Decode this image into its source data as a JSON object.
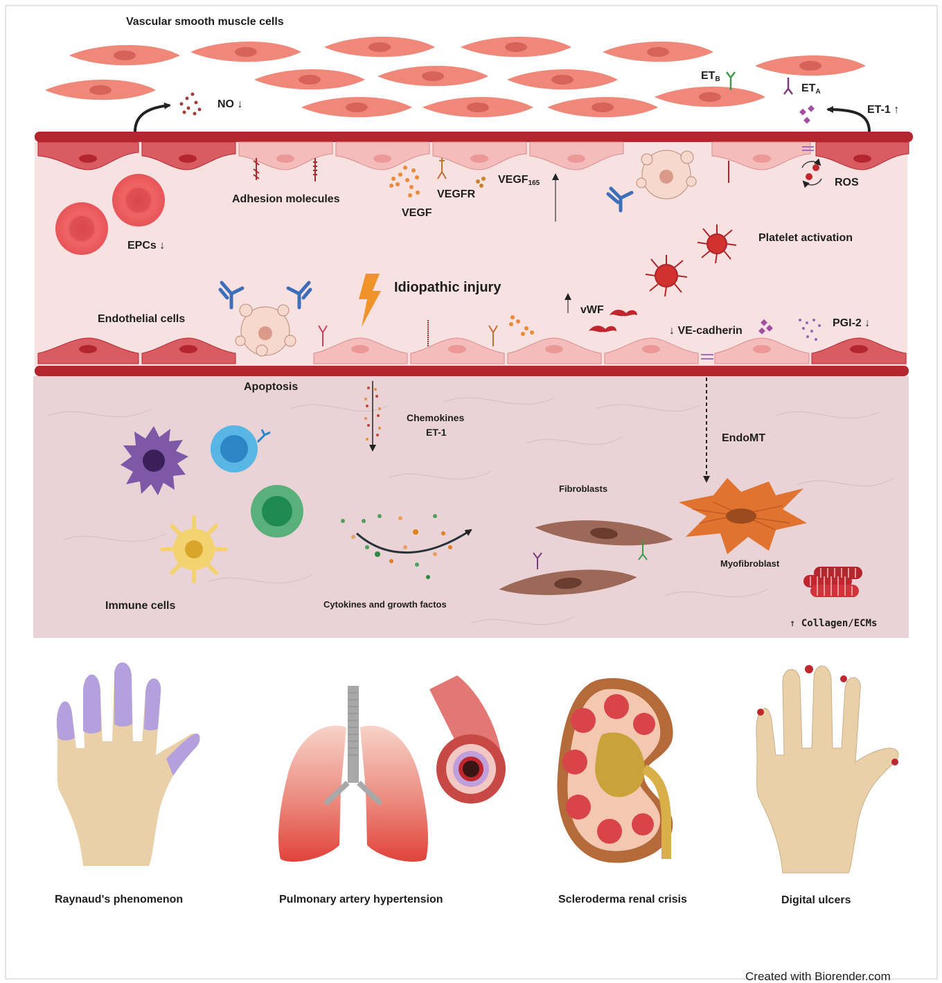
{
  "labels": {
    "vsmc": "Vascular smooth muscle cells",
    "no": "NO",
    "et_b": "ET",
    "et_b_sub": "B",
    "et_a": "ET",
    "et_a_sub": "A",
    "et1_top": "ET-1",
    "adhesion": "Adhesion molecules",
    "vegf": "VEGF",
    "vegfr": "VEGFR",
    "vegf165": "VEGF",
    "vegf165_sub": "165",
    "ros": "ROS",
    "epcs": "EPCs",
    "platelet": "Platelet activation",
    "idiopathic": "Idiopathic injury",
    "endothelial": "Endothelial cells",
    "vwf": "vWF",
    "vecadherin": "VE-cadherin",
    "pgi2": "PGI-2",
    "apoptosis": "Apoptosis",
    "chemokines": "Chemokines",
    "et1_bottom": "ET-1",
    "endomt": "EndoMT",
    "fibroblasts": "Fibroblasts",
    "myofibroblast": "Myofibroblast",
    "immune": "Immune cells",
    "cytokines": "Cytokines and growth factos",
    "collagen": "Collagen/ECMs"
  },
  "conditions": [
    "Raynaud's phenomenon",
    "Pulmonary artery hypertension",
    "Scleroderma renal crisis",
    "Digital ulcers"
  ],
  "credit": "Created with Biorender.com",
  "colors": {
    "vsmc": "#f0887a",
    "vessel_wall": "#b3262d",
    "lumen": "#f8e1e1",
    "tissue": "#ead3d6",
    "raynaud_purple": "#b3a0dc",
    "myofibroblast": "#e0732f"
  }
}
